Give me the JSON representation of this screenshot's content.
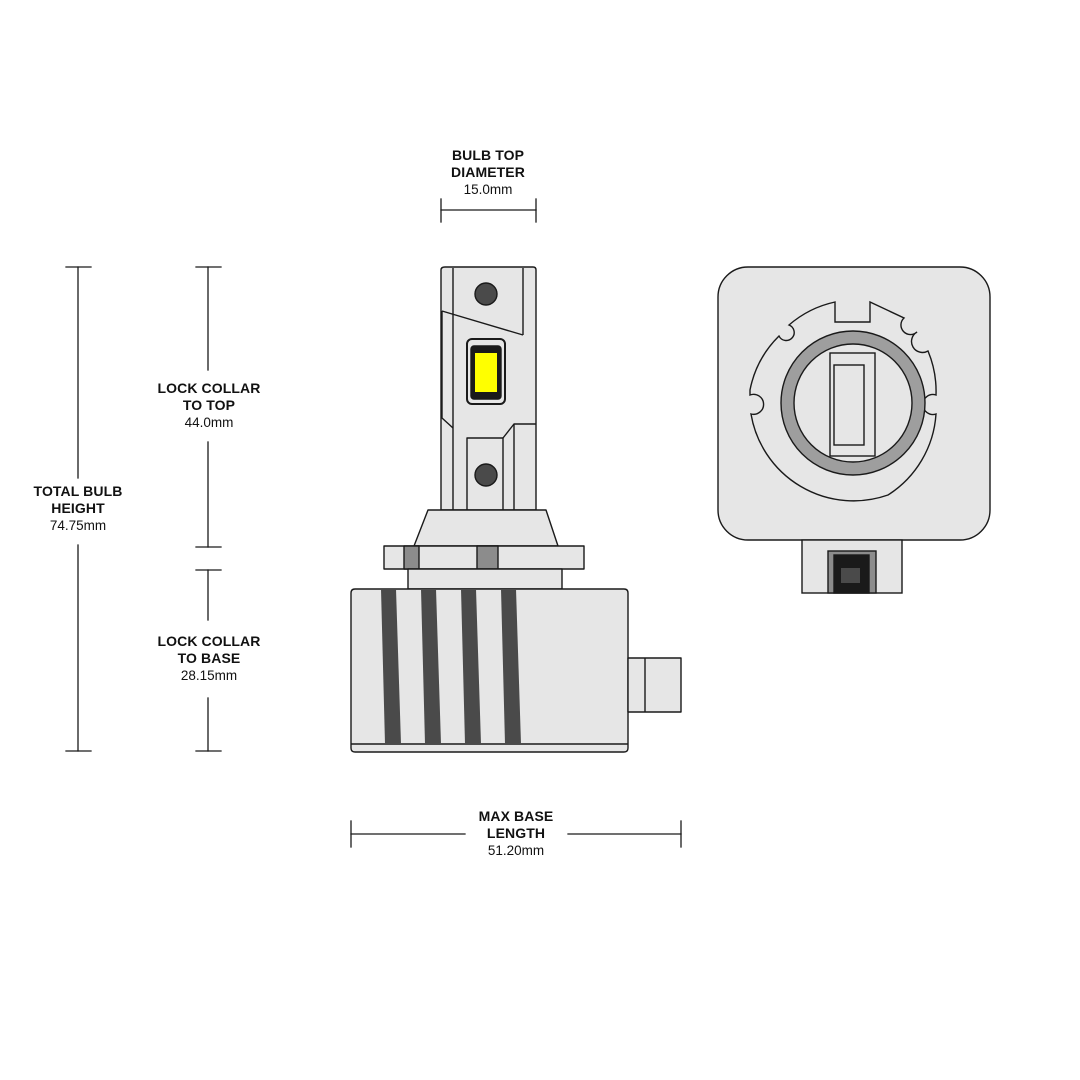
{
  "colors": {
    "body_fill": "#e6e6e6",
    "outline": "#1a1a1a",
    "dark_stripe": "#4a4a4a",
    "led_yellow": "#ffff00",
    "ring_gray": "#9e9e9e",
    "tab_gray": "#8c8c8c"
  },
  "dimensions": {
    "bulb_top_diameter": {
      "title_1": "BULB TOP",
      "title_2": "DIAMETER",
      "value": "15.0mm"
    },
    "lock_collar_to_top": {
      "title_1": "LOCK COLLAR",
      "title_2": "TO TOP",
      "value": "44.0mm"
    },
    "total_bulb_height": {
      "title_1": "TOTAL BULB",
      "title_2": "HEIGHT",
      "value": "74.75mm"
    },
    "lock_collar_to_base": {
      "title_1": "LOCK COLLAR",
      "title_2": "TO BASE",
      "value": "28.15mm"
    },
    "max_base_length": {
      "title_1": "MAX BASE",
      "title_2": "LENGTH",
      "value": "51.20mm"
    }
  }
}
